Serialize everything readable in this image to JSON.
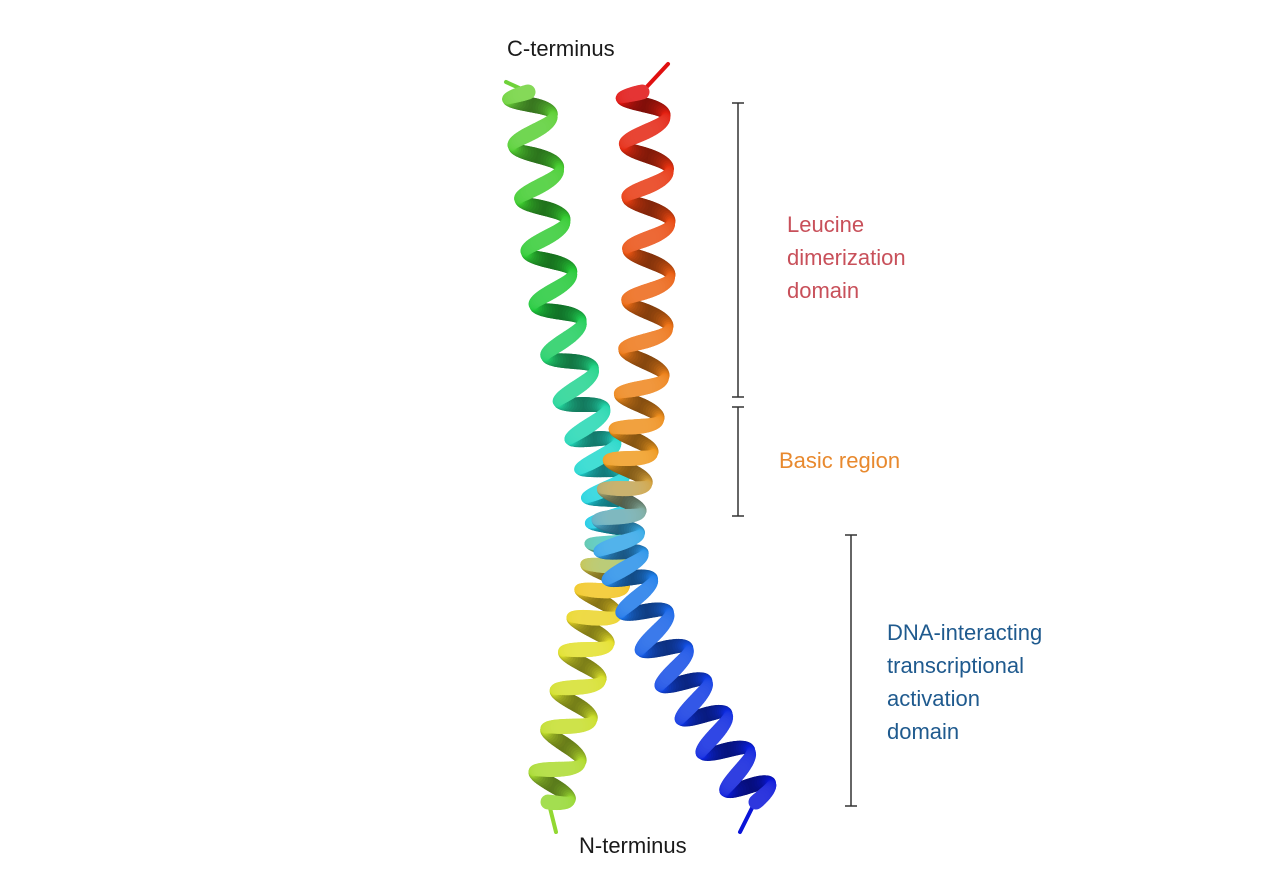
{
  "labels": {
    "c_terminus": "C-terminus",
    "n_terminus": "N-terminus"
  },
  "domains": [
    {
      "id": "leucine",
      "lines": [
        "Leucine",
        "dimerization",
        "domain"
      ],
      "color": "#c8505a"
    },
    {
      "id": "basic",
      "lines": [
        "Basic region"
      ],
      "color": "#e8892e"
    },
    {
      "id": "dna",
      "lines": [
        "DNA-interacting",
        "transcriptional",
        "activation",
        "domain"
      ],
      "color": "#1f5a8e"
    }
  ],
  "helix_colors": {
    "left_strand": [
      "#6fd23a",
      "#3fcc2e",
      "#1fc93a",
      "#22d6a0",
      "#22d8d8",
      "#1cc8e8",
      "#f4c020",
      "#e6e02a",
      "#c8de2a",
      "#92d832"
    ],
    "right_strand": [
      "#e01010",
      "#e83a10",
      "#ec6a14",
      "#ee8a1c",
      "#f0a020",
      "#3ab0e8",
      "#1e80ea",
      "#1450e6",
      "#0c28e0",
      "#0a14d8"
    ]
  }
}
